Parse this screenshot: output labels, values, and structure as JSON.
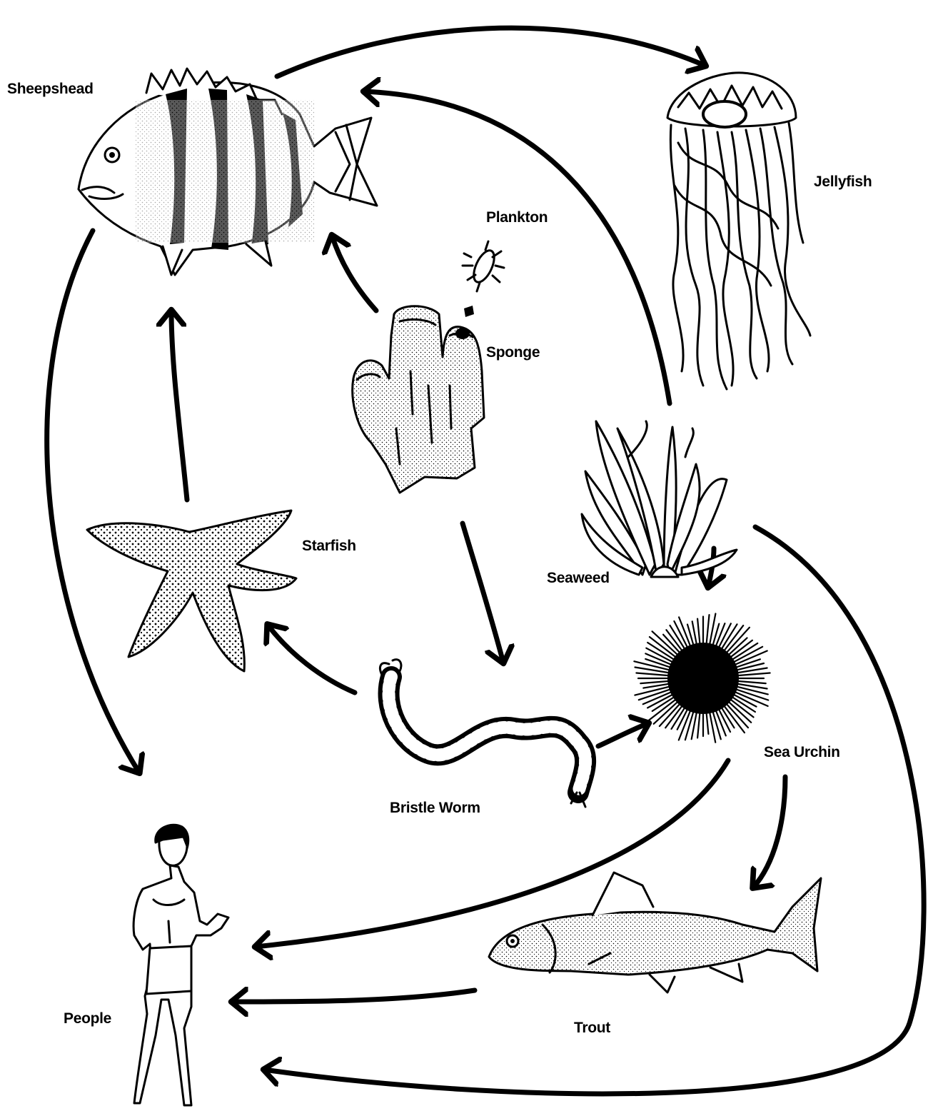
{
  "organisms": {
    "sheepshead": {
      "label": "Sheepshead",
      "icon": "sheepshead-fish-icon"
    },
    "jellyfish": {
      "label": "Jellyfish",
      "icon": "jellyfish-icon"
    },
    "plankton": {
      "label": "Plankton",
      "icon": "plankton-icon"
    },
    "sponge": {
      "label": "Sponge",
      "icon": "sponge-icon"
    },
    "starfish": {
      "label": "Starfish",
      "icon": "starfish-icon"
    },
    "seaweed": {
      "label": "Seaweed",
      "icon": "seaweed-icon"
    },
    "sea_urchin": {
      "label": "Sea Urchin",
      "icon": "sea-urchin-icon"
    },
    "bristle_worm": {
      "label": "Bristle Worm",
      "icon": "bristle-worm-icon"
    },
    "people": {
      "label": "People",
      "icon": "person-icon"
    },
    "trout": {
      "label": "Trout",
      "icon": "trout-fish-icon"
    }
  },
  "arrows": [
    {
      "from": "Sheepshead",
      "to": "Jellyfish"
    },
    {
      "from": "Seaweed",
      "to": "Sheepshead"
    },
    {
      "from": "Sponge",
      "to": "Sheepshead"
    },
    {
      "from": "Starfish",
      "to": "Sheepshead"
    },
    {
      "from": "Sheepshead",
      "to": "People"
    },
    {
      "from": "Sponge",
      "to": "Bristle Worm"
    },
    {
      "from": "Seaweed",
      "to": "Sea Urchin"
    },
    {
      "from": "Bristle Worm",
      "to": "Starfish"
    },
    {
      "from": "Bristle Worm",
      "to": "Sea Urchin"
    },
    {
      "from": "Sea Urchin",
      "to": "People"
    },
    {
      "from": "Sea Urchin",
      "to": "Trout"
    },
    {
      "from": "Trout",
      "to": "People"
    },
    {
      "from": "Seaweed",
      "to": "People"
    }
  ],
  "colors": {
    "ink": "#000000",
    "background": "#ffffff",
    "starfish_fill": "#d9d9d9",
    "trout_fill": "#e6e6e6"
  }
}
